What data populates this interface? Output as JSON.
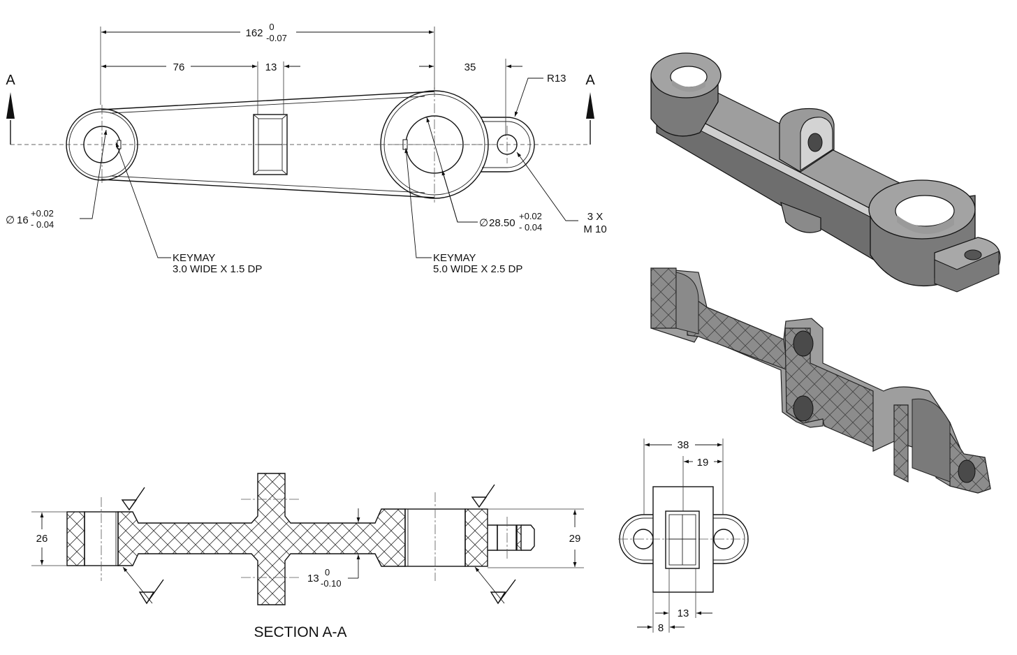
{
  "dimensions": {
    "overall_length": "162",
    "overall_tol_upper": "0",
    "overall_tol_lower": "-0.07",
    "left_to_slot": "76",
    "slot_width": "13",
    "ear_offset": "35",
    "ear_radius": "R13",
    "small_bore_symbol": "∅",
    "small_bore": "16",
    "small_bore_tol_upper": "+0.02",
    "small_bore_tol_lower": "- 0.04",
    "large_bore_symbol": "∅",
    "large_bore": "28.50",
    "large_bore_tol_upper": "+0.02",
    "large_bore_tol_lower": "- 0.04",
    "thread_count": "3 X",
    "thread_size": "M 10",
    "keyway_small_title": "KEYMAY",
    "keyway_small_spec": "3.0 WIDE X 1.5 DP",
    "keyway_large_title": "KEYMAY",
    "keyway_large_spec": "5.0 WIDE X 2.5 DP",
    "hub_small_height": "26",
    "hub_large_height": "29",
    "web_thickness": "13",
    "web_tol_upper": "0",
    "web_tol_lower": "-0.10",
    "side_width": "38",
    "side_half": "19",
    "side_slot": "13",
    "side_offset": "8"
  },
  "section_mark_left": "A",
  "section_mark_right": "A",
  "section_title": "SECTION A-A",
  "colors": {
    "line": "#111111",
    "shade_dark": "#7a7a7a",
    "shade_mid": "#9b9b9b",
    "shade_light": "#c4c4c4",
    "background": "#ffffff"
  }
}
